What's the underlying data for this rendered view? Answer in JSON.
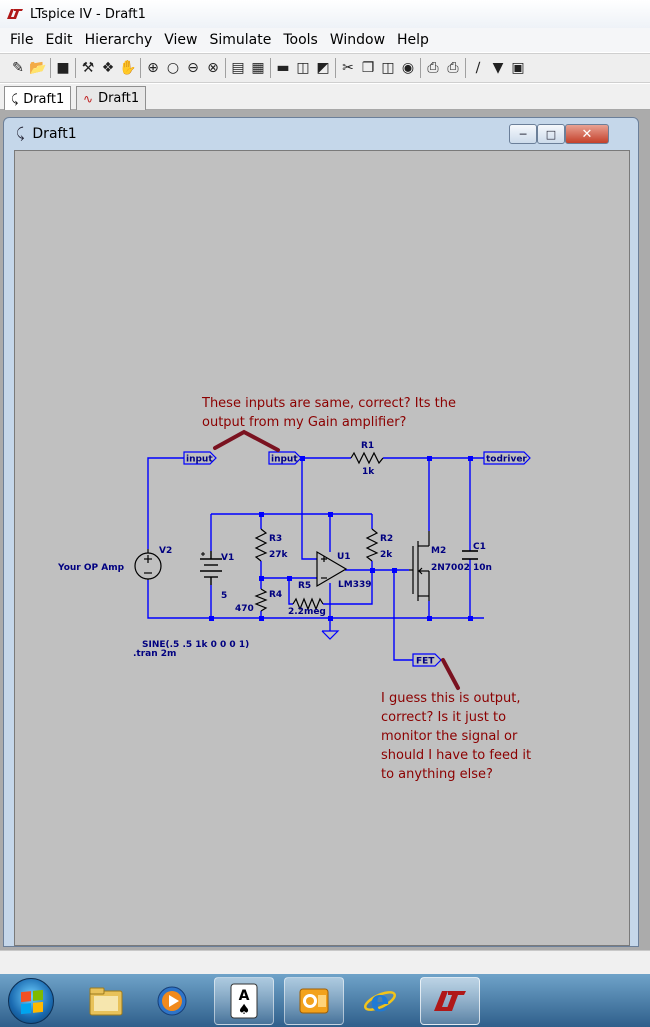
{
  "window": {
    "title": "LTspice IV - Draft1"
  },
  "menu": [
    {
      "label": "File"
    },
    {
      "label": "Edit"
    },
    {
      "label": "Hierarchy"
    },
    {
      "label": "View"
    },
    {
      "label": "Simulate"
    },
    {
      "label": "Tools"
    },
    {
      "label": "Window"
    },
    {
      "label": "Help"
    }
  ],
  "toolbar_icons": [
    "new-schematic-icon",
    "open-icon",
    "save-icon",
    "control-panel-icon",
    "run-icon",
    "pan-icon",
    "zoom-in-icon",
    "zoom-full-icon",
    "zoom-out-icon",
    "cancel-zoom-icon",
    "tile-icon",
    "cascade-icon",
    "wire-icon",
    "ground-icon",
    "label-icon",
    "cut-icon",
    "copy-icon",
    "paste-icon",
    "find-icon",
    "print-setup-icon",
    "print-icon",
    "draw-wire-icon",
    "ground-place-icon",
    "label-net-icon"
  ],
  "tabs": [
    {
      "label": "Draft1",
      "kind": "schematic"
    },
    {
      "label": "Draft1",
      "kind": "waveform"
    }
  ],
  "child_window": {
    "title": "Draft1"
  },
  "schematic": {
    "labels": {
      "input1": "input",
      "input2": "input",
      "todriver": "todriver",
      "fet": "FET",
      "r1_name": "R1",
      "r1_value": "1k",
      "r2_name": "R2",
      "r2_value": "2k",
      "r3_name": "R3",
      "r3_value": "27k",
      "r4_name": "R4",
      "r4_value": "470",
      "r5_name": "R5",
      "r5_value": "2.2meg",
      "u1_name": "U1",
      "u1_value": "LM339",
      "m2_name": "M2",
      "m2_value": "2N7002",
      "c1_name": "C1",
      "c1_value": "10n",
      "v1_name": "V1",
      "v1_value": "5",
      "v2_name": "V2",
      "v2_label": "Your OP Amp",
      "sine": "SINE(.5 .5 1k 0 0 0 1)",
      "tran": ".tran 2m"
    },
    "annotations": {
      "top_line1": "These inputs are same, correct? Its the",
      "top_line2": "output from my Gain amplifier?",
      "bottom_line1": "I guess this is output,",
      "bottom_line2": "correct? Is it just to",
      "bottom_line3": "monitor the signal or",
      "bottom_line4": "should I have to feed it",
      "bottom_line5": "to anything else?"
    },
    "colors": {
      "wire": "#0000ff",
      "node": "#0000ff",
      "text": "#000080",
      "annotation": "#800000",
      "background": "#c0c0c0"
    }
  },
  "taskbar": {
    "items": [
      "start-orb",
      "explorer-icon",
      "media-player-icon",
      "solitaire-icon",
      "outlook-icon",
      "internet-explorer-icon",
      "ltspice-icon"
    ]
  }
}
